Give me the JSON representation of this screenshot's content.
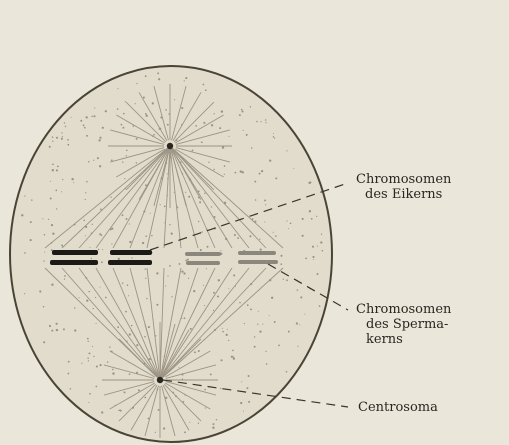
{
  "labels": {
    "chromosomen_eikern": {
      "line1": "Chromosomen",
      "line2": "des Eikerns"
    },
    "chromosomen_spermakern": {
      "line1": "Chromosomen",
      "line2": "des Sperma-",
      "line3": "kerns"
    },
    "centrosoma": {
      "line1": "Centrosoma"
    }
  },
  "colors": {
    "background": "#ebe6da",
    "cell_fill": "#e2dccd",
    "cell_outline": "#4a4436",
    "maternal_chromosomes": "#1c1a16",
    "paternal_chromosomes": "#8c877c",
    "spindle_fibers": "#9c9484",
    "leader_lines": "#3a352c"
  }
}
